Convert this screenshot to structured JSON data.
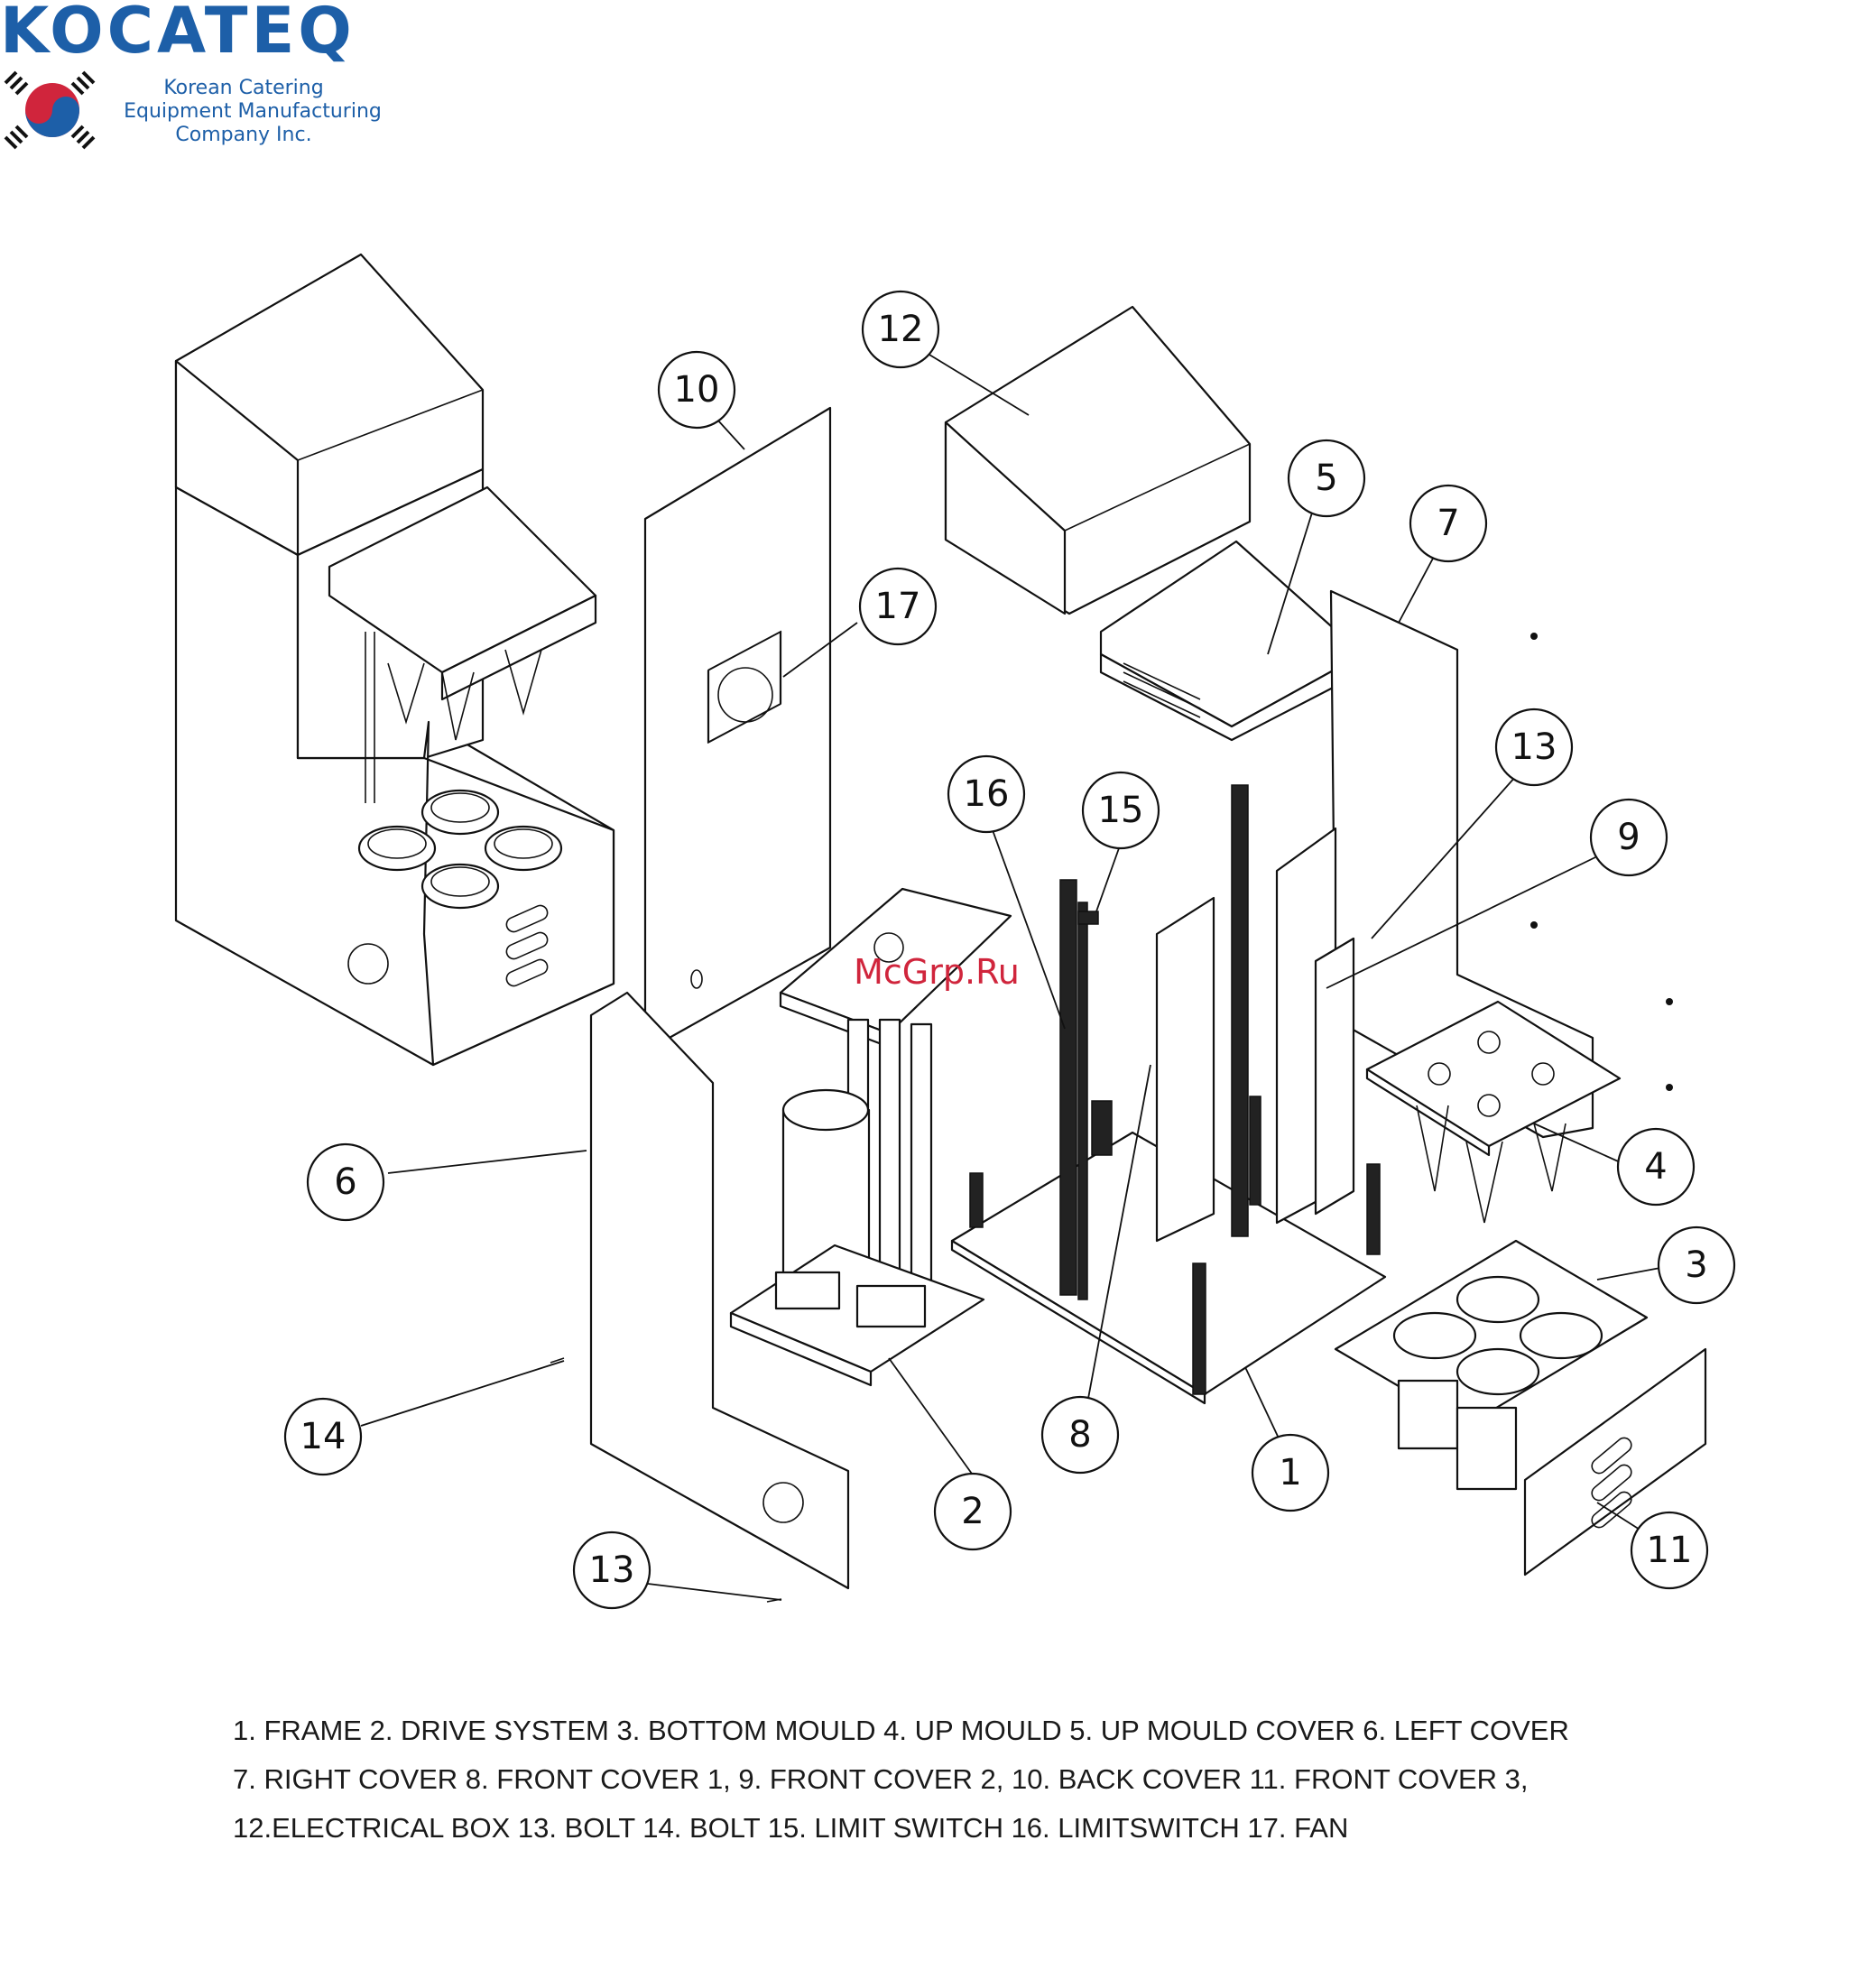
{
  "logo": {
    "wordmark": "KOCATEQ",
    "tagline_1": "Korean Catering",
    "tagline_2": "Equipment Manufacturing",
    "tagline_3": "Company Inc.",
    "blue": "#1d5fa8",
    "red": "#d0253c"
  },
  "watermark": "McGrp.Ru",
  "callouts": [
    {
      "id": "c12",
      "label": "12"
    },
    {
      "id": "c10",
      "label": "10"
    },
    {
      "id": "c17",
      "label": "17"
    },
    {
      "id": "c5",
      "label": "5"
    },
    {
      "id": "c7",
      "label": "7"
    },
    {
      "id": "c13a",
      "label": "13"
    },
    {
      "id": "c9",
      "label": "9"
    },
    {
      "id": "c16",
      "label": "16"
    },
    {
      "id": "c15",
      "label": "15"
    },
    {
      "id": "c6",
      "label": "6"
    },
    {
      "id": "c4",
      "label": "4"
    },
    {
      "id": "c3",
      "label": "3"
    },
    {
      "id": "c14",
      "label": "14"
    },
    {
      "id": "c8",
      "label": "8"
    },
    {
      "id": "c1",
      "label": "1"
    },
    {
      "id": "c2",
      "label": "2"
    },
    {
      "id": "c11",
      "label": "11"
    },
    {
      "id": "c13b",
      "label": "13"
    }
  ],
  "legend": {
    "line_1": "1. FRAME  2. DRIVE SYSTEM  3. BOTTOM MOULD  4. UP MOULD  5. UP MOULD COVER  6. LEFT COVER",
    "line_2": "7. RIGHT COVER  8. FRONT COVER 1,  9. FRONT COVER 2,  10. BACK COVER  11. FRONT COVER 3,",
    "line_3": "12.ELECTRICAL BOX  13. BOLT  14. BOLT  15. LIMIT SWITCH  16. LIMITSWITCH  17. FAN"
  }
}
